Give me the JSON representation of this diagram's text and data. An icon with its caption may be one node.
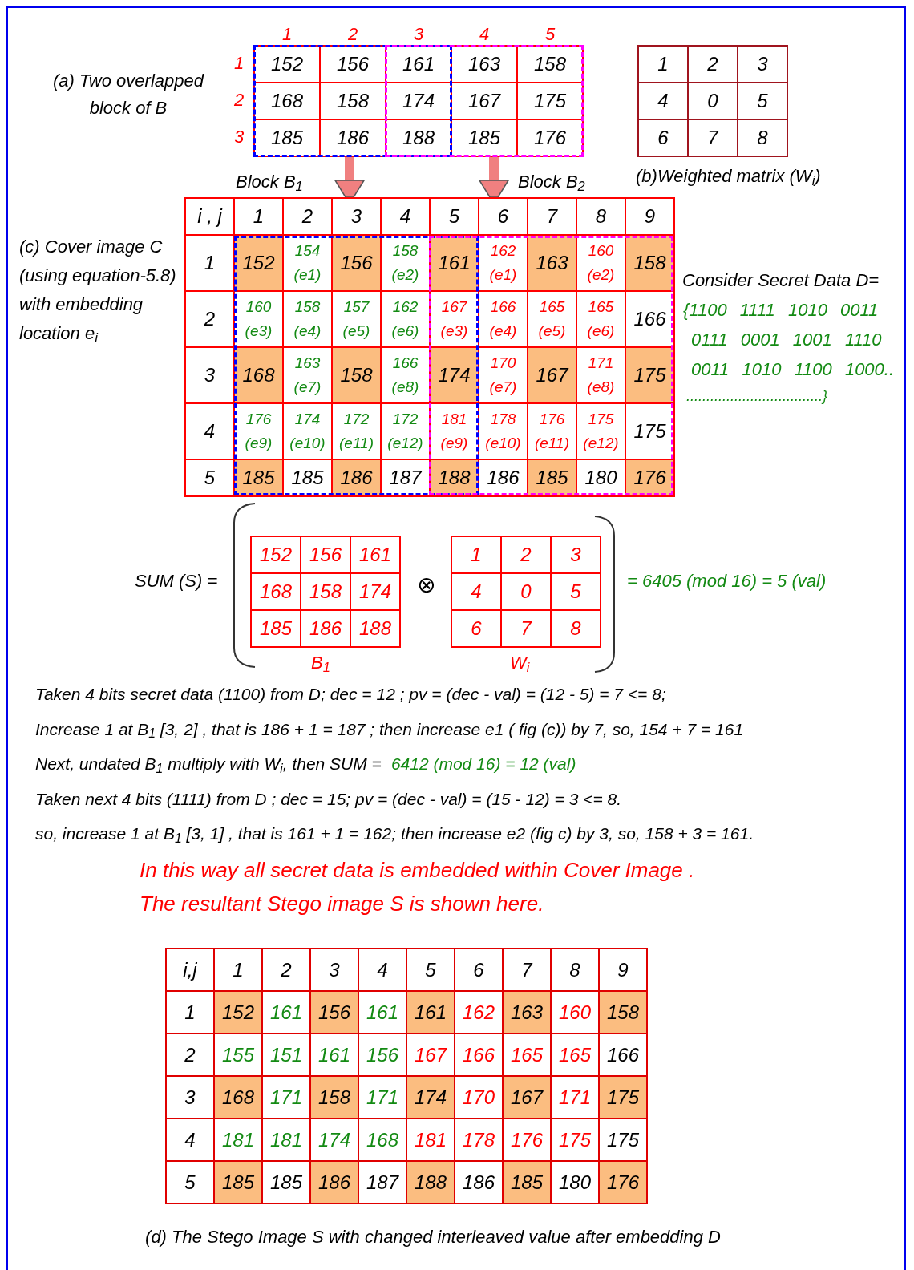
{
  "diagram": {
    "caption": "(d) The Stego Image S with changed interleaved value after embedding D",
    "nodes": [
      {
        "text": [
          "152",
          "156",
          "161",
          "163",
          "158",
          "168",
          "158",
          "174",
          "167",
          "175",
          "185",
          "186",
          "188",
          "185",
          "176"
        ],
        "beside": [
          "(a) Two overlapped block of B"
        ]
      },
      {
        "text": [
          "1",
          "2",
          "3",
          "4",
          "0",
          "5",
          "6",
          "7",
          "8"
        ],
        "beside": [
          "(b)Weighted matrix (W$_{i}$)"
        ]
      },
      {
        "text": [
          "i , j",
          "1",
          "2",
          "3",
          "4",
          "5",
          "6",
          "7",
          "8",
          "9",
          "1",
          "152",
          "154 (e1)",
          "156",
          "158 (e2)",
          "161",
          "162 (e1)",
          "163",
          "160 (e2)",
          "158",
          "2",
          "160 (e3)",
          "158 (e4)",
          "157 (e5)",
          "162 (e6)",
          "167 (e3)",
          "166 (e4)",
          "165 (e5)",
          "165 (e6)",
          "166",
          "3",
          "168",
          "163 (e7)",
          "158",
          "166 (e8)",
          "174",
          "170 (e7)",
          "167",
          "171 (e8)",
          "175",
          "4",
          "176 (e9)",
          "174 (e10)",
          "172 (e11)",
          "172 (e12)",
          "181 (e9)",
          "178 (e10)",
          "176 (e11)",
          "175 (e12)",
          "175",
          "5",
          "185",
          "185",
          "186",
          "187",
          "188",
          "186",
          "185",
          "180",
          "176"
        ],
        "beside": [
          "(c) Cover image C (using equation-5.8) with embedding location e$_{i}$"
        ]
      },
      {
        "text": [
          "152",
          "156",
          "161",
          "168",
          "158",
          "174",
          "185",
          "186",
          "188"
        ],
        "beside": [
          "B$_{1}$"
        ]
      },
      {
        "text": [
          "1",
          "2",
          "3",
          "4",
          "0",
          "5",
          "6",
          "7",
          "8"
        ],
        "beside": [
          "W$_{i}$"
        ]
      },
      {
        "text": [
          "i,j",
          "1",
          "2",
          "3",
          "4",
          "5",
          "6",
          "7",
          "8",
          "9",
          "1",
          "152",
          "161",
          "156",
          "161",
          "161",
          "162",
          "163",
          "160",
          "158",
          "2",
          "155",
          "151",
          "161",
          "156",
          "167",
          "166",
          "165",
          "165",
          "166",
          "3",
          "168",
          "171",
          "158",
          "171",
          "174",
          "170",
          "167",
          "171",
          "175",
          "4",
          "181",
          "181",
          "174",
          "168",
          "181",
          "178",
          "176",
          "175",
          "175",
          "5",
          "185",
          "185",
          "186",
          "187",
          "188",
          "186",
          "185",
          "180",
          "176"
        ]
      }
    ],
    "edges": [
      {
        "from": 0,
        "to": 2,
        "arrow": "to",
        "color": "#f08080"
      },
      {
        "from": 0,
        "to": 2,
        "arrow": "to",
        "color": "#f08080"
      }
    ],
    "labels": [
      "1",
      "2",
      "3",
      "4",
      "5",
      "1",
      "2",
      "3",
      "Block B$_{1}$",
      "Block B$_{2}$",
      "Consider Secret Data D=",
      "{1100 1111 1010 0011",
      "0111 0001 1001 1110",
      "0011 1010 1100 1000..",
      "..................................}",
      "SUM (S) =",
      "⊗",
      "= 6405 (mod 16) = 5 (val)",
      "Taken 4 bits secret data (1100) from D; dec = 12 ; pv = (dec - val) = (12 - 5) = 7 <= 8;",
      "Increase 1 at B$_{1}$ [3, 2] , that is 186 + 1 = 187 ; then increase e1 ( fig (c)) by 7, so, 154 + 7 = 161",
      "Next, undated B$_{1}$ multiply with W$_{i}$, then SUM =",
      "6412 (mod 16) = 12 (val)",
      "Taken next 4 bits (1111) from D ; dec = 15; pv = (dec - val) = (15 - 12) = 3 <= 8.",
      "so, increase 1 at B$_{1}$ [3, 1] , that is 161 + 1 = 162; then increase e2 (fig c) by 3, so, 158 + 3 = 161.",
      "In this way all secret data is embedded within Cover Image .",
      "The resultant Stego image S is shown here."
    ]
  }
}
